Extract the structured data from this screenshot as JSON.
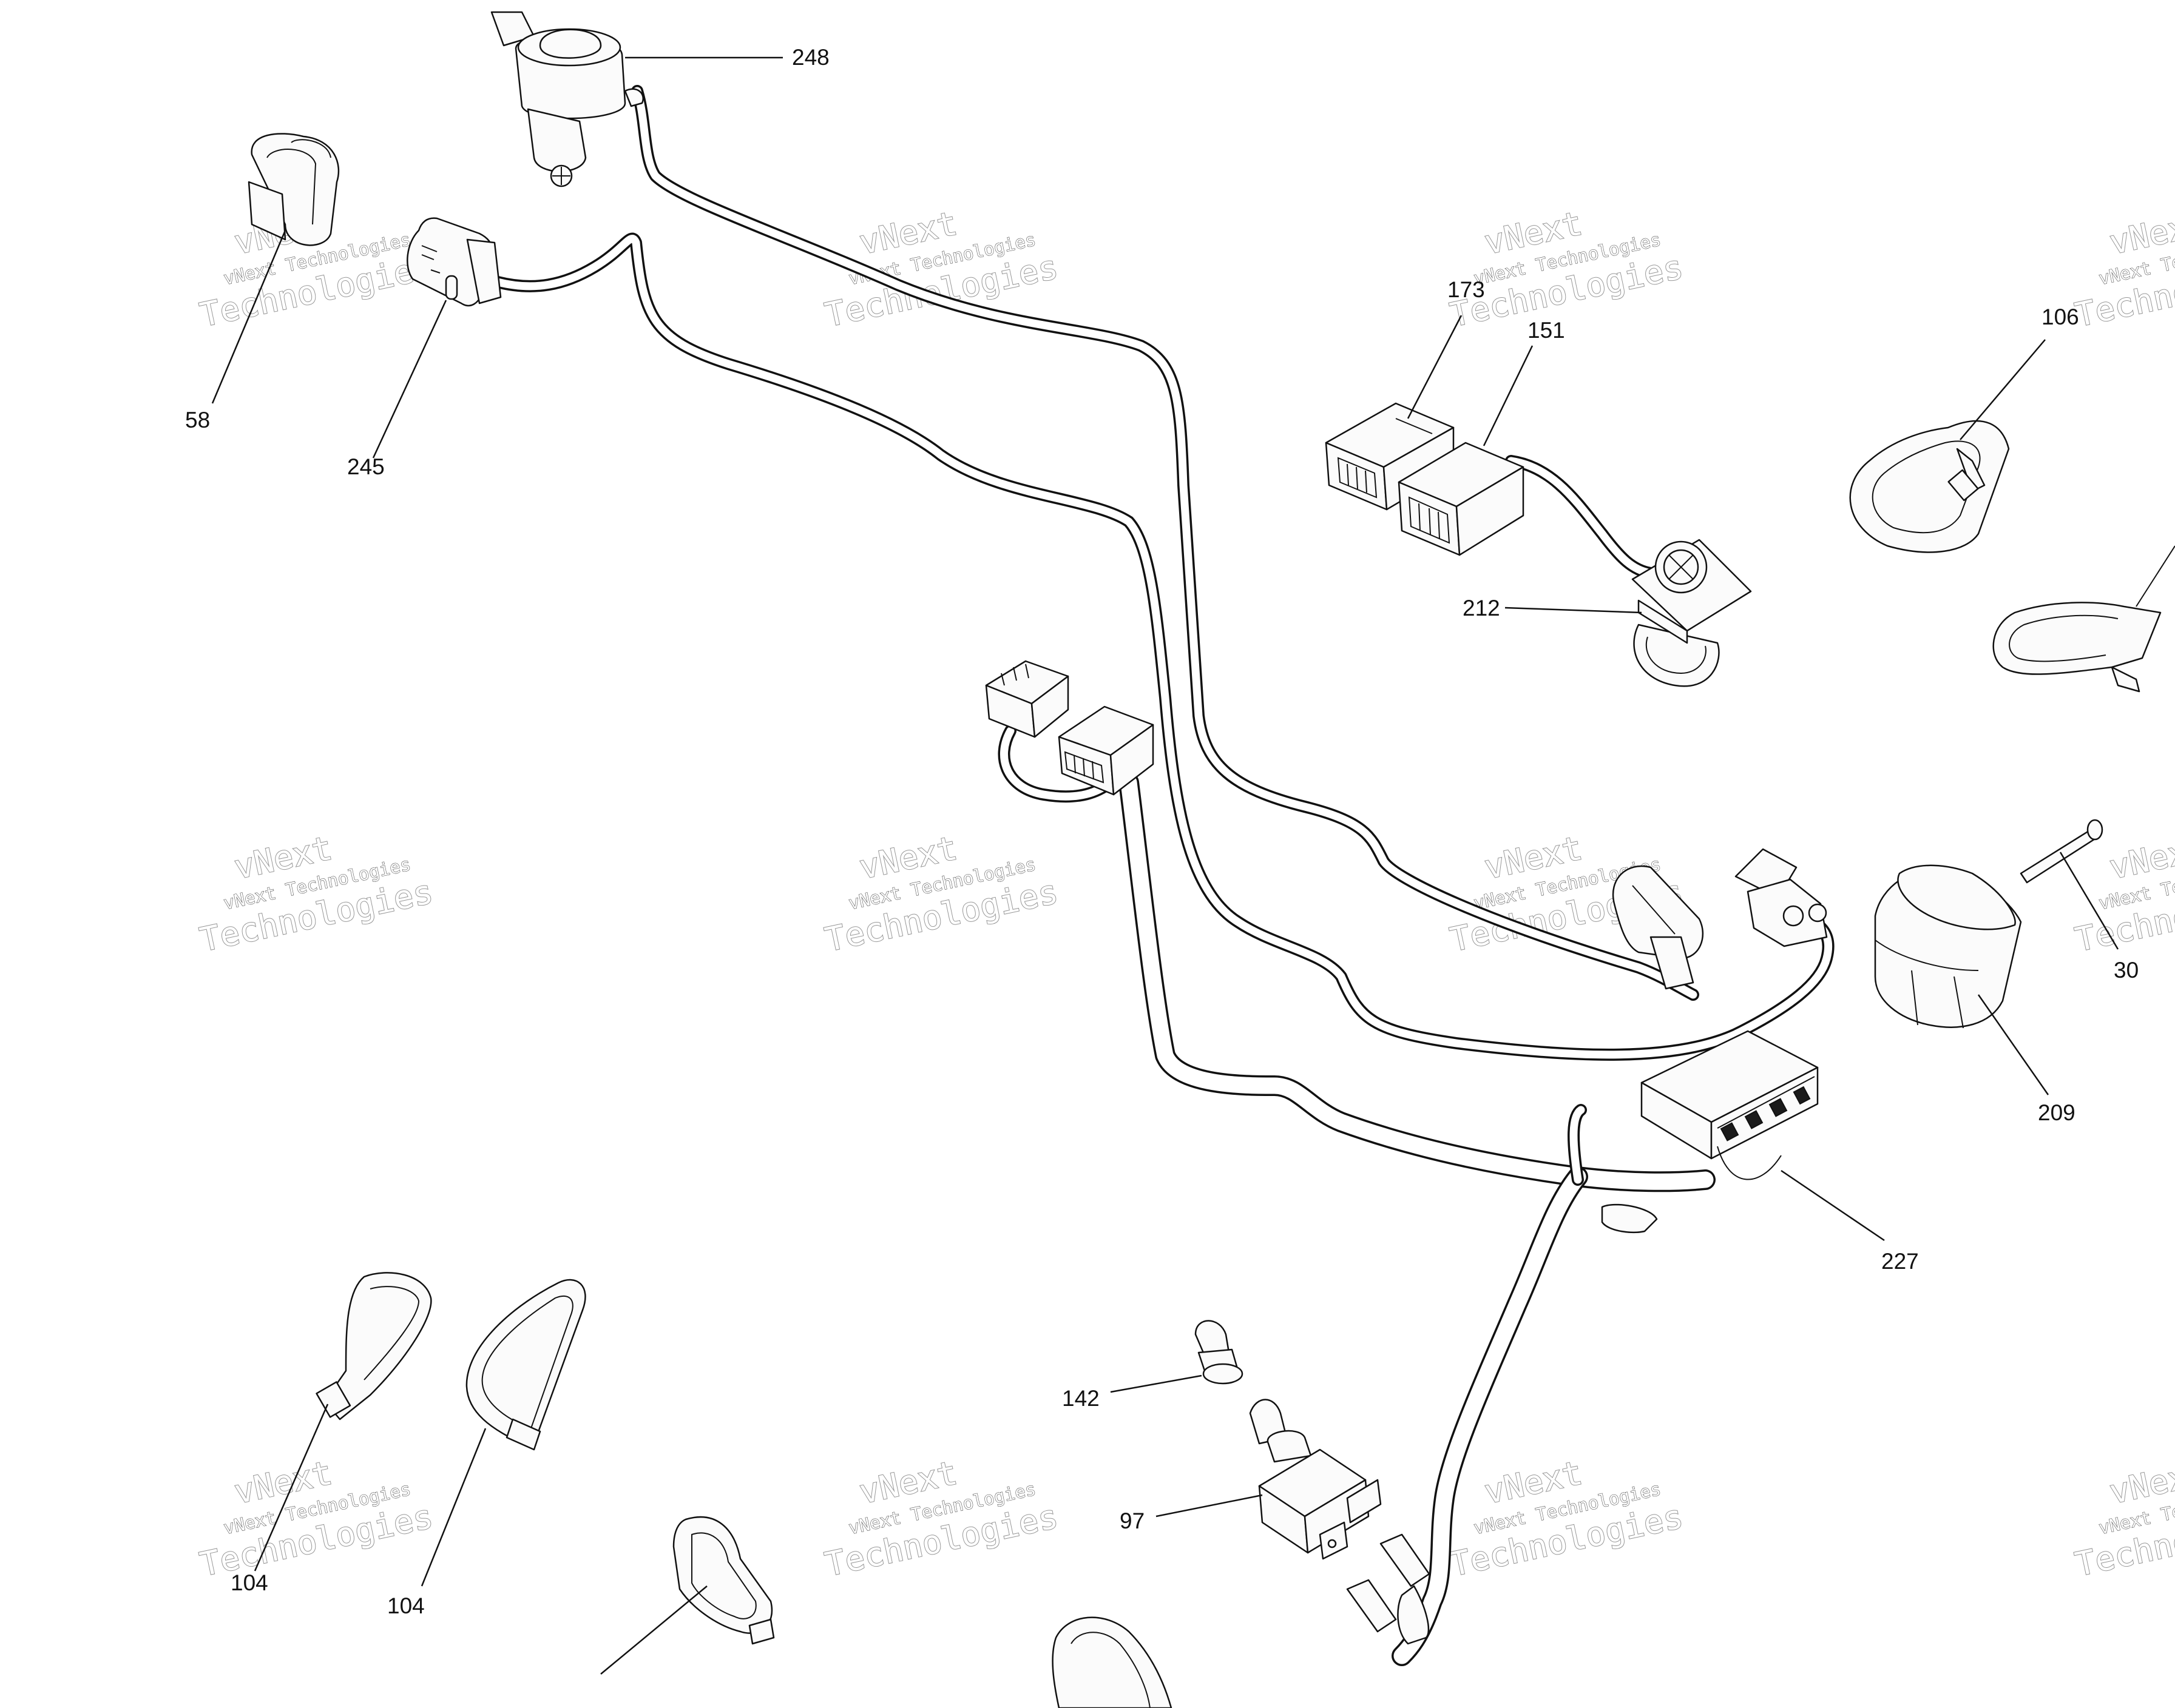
{
  "watermark": {
    "line1": "vNext",
    "line2": "vNext Technologies",
    "line3": "Technologies"
  },
  "callouts": {
    "p248": "248",
    "p58": "58",
    "p245": "245",
    "p173": "173",
    "p151": "151",
    "p106": "106",
    "p212": "212",
    "p30": "30",
    "p209": "209",
    "p227": "227",
    "p142": "142",
    "p97": "97",
    "p104a": "104",
    "p104b": "104"
  }
}
